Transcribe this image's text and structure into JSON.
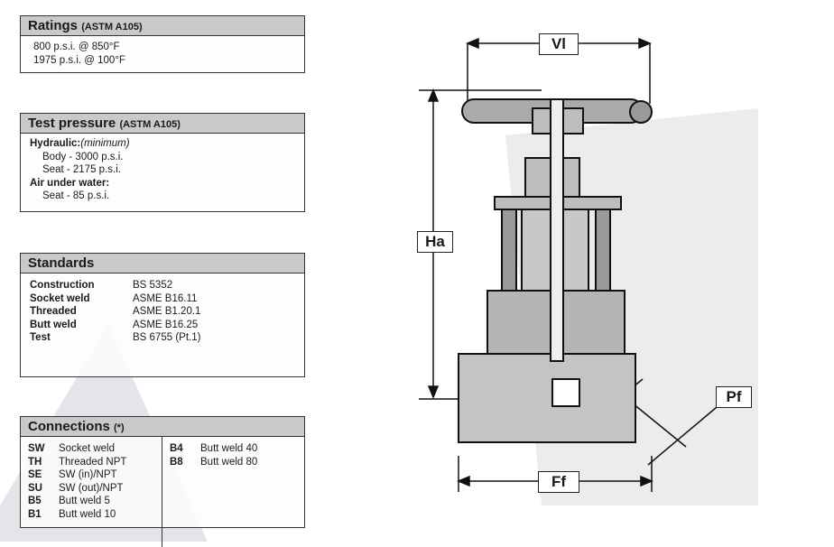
{
  "ratings": {
    "title": "Ratings",
    "sub": "(ASTM A105)",
    "lines": [
      "800 p.s.i. @ 850°F",
      "1975 p.s.i. @ 100°F"
    ]
  },
  "test": {
    "title": "Test pressure",
    "sub": "(ASTM A105)",
    "hydraulic": "Hydraulic:",
    "minimum": "(minimum)",
    "body": "Body - 3000 p.s.i.",
    "seat": "Seat - 2175 p.s.i.",
    "air": "Air under water:",
    "air_seat": "Seat - 85 p.s.i."
  },
  "standards": {
    "title": "Standards",
    "rows": [
      {
        "k": "Construction",
        "v": "BS 5352"
      },
      {
        "k": "Socket weld",
        "v": "ASME B16.11"
      },
      {
        "k": "Threaded",
        "v": "ASME B1.20.1"
      },
      {
        "k": "Butt weld",
        "v": "ASME B16.25"
      },
      {
        "k": "Test",
        "v": "BS 6755 (Pt.1)"
      }
    ]
  },
  "connections": {
    "title": "Connections",
    "sub": "(*)",
    "left": [
      {
        "k": "SW",
        "v": "Socket weld"
      },
      {
        "k": "TH",
        "v": "Threaded NPT"
      },
      {
        "k": "SE",
        "v": "SW (in)/NPT"
      },
      {
        "k": "SU",
        "v": "SW (out)/NPT"
      },
      {
        "k": "B5",
        "v": "Butt weld 5"
      },
      {
        "k": "B1",
        "v": "Butt weld 10"
      }
    ],
    "right": [
      {
        "k": "B4",
        "v": "Butt weld 40"
      },
      {
        "k": "B8",
        "v": "Butt weld 80"
      }
    ]
  },
  "drawing": {
    "vl": "Vl",
    "ha": "Ha",
    "pf": "Pf",
    "ff": "Ff"
  }
}
